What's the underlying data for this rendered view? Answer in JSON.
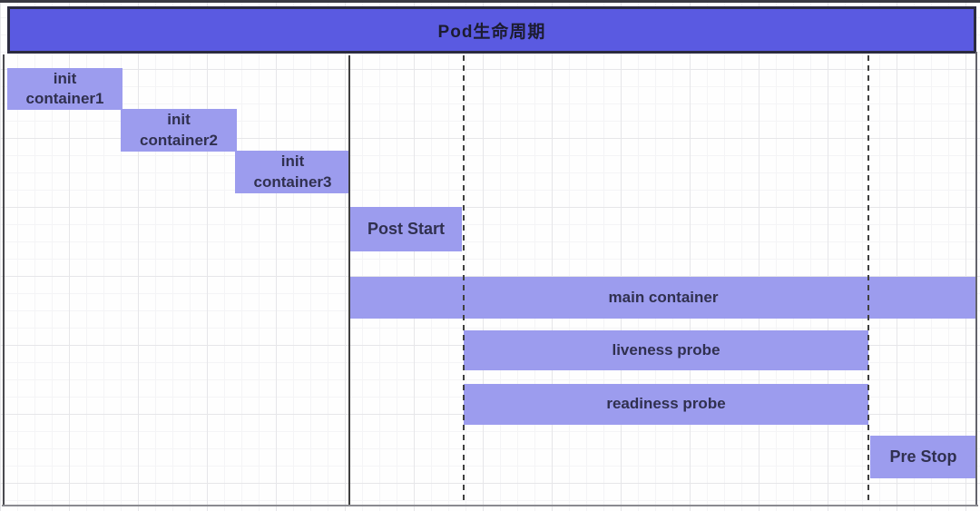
{
  "title_bar": {
    "label": "Pod生命周期"
  },
  "bars": [
    {
      "id": "init-container1",
      "label": "init\ncontainer1"
    },
    {
      "id": "init-container2",
      "label": "init\ncontainer2"
    },
    {
      "id": "init-container3",
      "label": "init\ncontainer3"
    },
    {
      "id": "post-start",
      "label": "Post Start"
    },
    {
      "id": "main-container",
      "label": "main container"
    },
    {
      "id": "liveness-probe",
      "label": "liveness probe"
    },
    {
      "id": "readiness-probe",
      "label": "readiness probe"
    },
    {
      "id": "pre-stop",
      "label": "Pre Stop"
    }
  ],
  "colors": {
    "title_fill": "#5a5ae1",
    "title_border": "#2b2b40",
    "bar_fill": "#9c9cee",
    "bar_text": "#30304f",
    "divider": "#3f3f3f"
  }
}
